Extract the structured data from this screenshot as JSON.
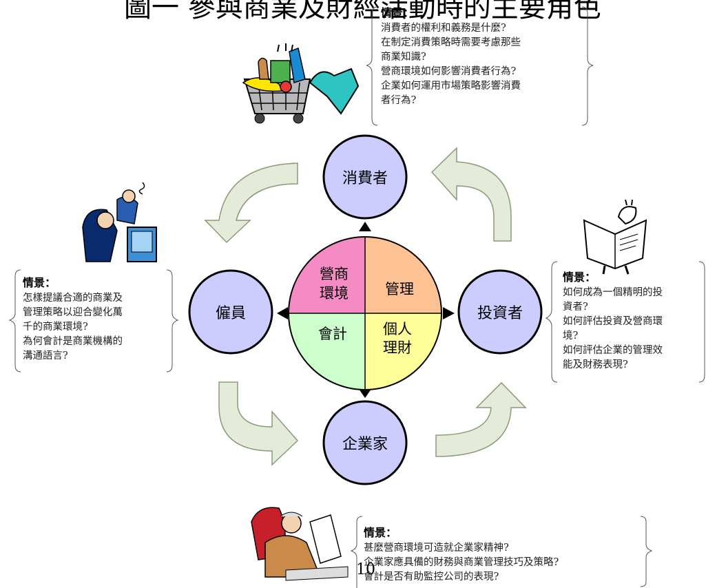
{
  "title": "圖一  參與商業及財經活動時的主要角色",
  "page_number": "10",
  "colors": {
    "role_fill": "#ccccff",
    "arrow_fill": "#e4ebd9",
    "arrow_stroke": "#8a9a77",
    "quad_marketing": "#f48bc4",
    "quad_management": "#fdc294",
    "quad_accounting": "#ccffcc",
    "quad_finance": "#ffff99"
  },
  "roles": {
    "consumer": "消費者",
    "employee": "僱員",
    "investor": "投資者",
    "entrepreneur": "企業家"
  },
  "quadrants": {
    "marketing_line1": "營商",
    "marketing_line2": "環境",
    "management": "管理",
    "accounting": "會計",
    "finance_line1": "個人",
    "finance_line2": "理財"
  },
  "scenarios": {
    "consumer": {
      "heading": "情景：",
      "lines": [
        "消費者的權利和義務是什麼?",
        "在制定消費策略時需要考慮那些",
        "商業知識?",
        "營商環境如何影響消費者行為?",
        "企業如何運用市場策略影響消費",
        "者行為?"
      ]
    },
    "employee": {
      "heading": "情景：",
      "lines": [
        "怎樣提議合適的商業及",
        "管理策略以迎合變化萬",
        "千的商業環境?",
        "為何會計是商業機構的",
        "溝通語言?"
      ]
    },
    "investor": {
      "heading": "情景：",
      "lines": [
        "如何成為一個精明的投",
        "資者?",
        "如何評估投資及營商環",
        "境?",
        "如何評估企業的管理效",
        "能及財務表現?"
      ]
    },
    "entrepreneur": {
      "heading": "情景：",
      "lines": [
        "甚麼營商環境可造就企業家精神?",
        "企業家應具備的財務與商業管理技巧及策略?",
        "會計是否有助監控公司的表現?"
      ]
    }
  },
  "clipart": {
    "consumer": "shopping-cart-icon",
    "employee": "office-worker-icon",
    "investor": "newspaper-reader-icon",
    "entrepreneur": "executive-icon"
  }
}
